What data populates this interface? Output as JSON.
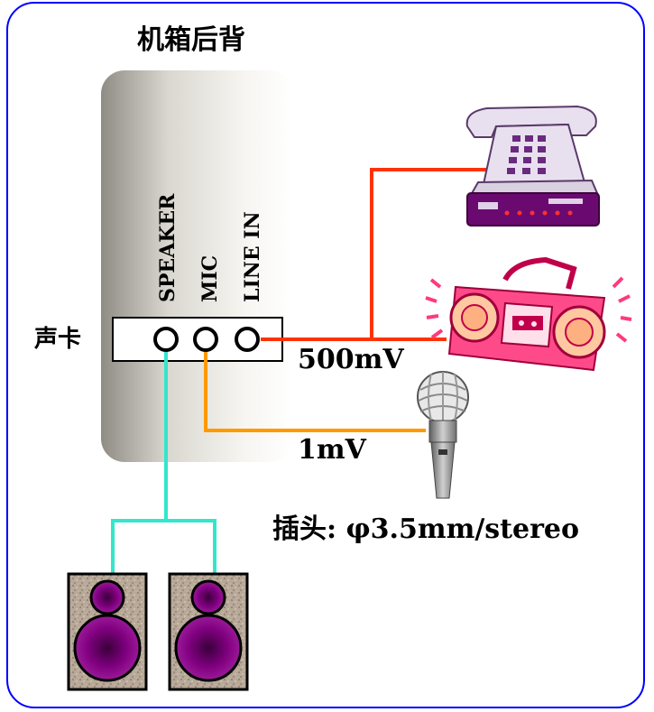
{
  "title": "机箱后背",
  "sound_card": {
    "label": "声卡",
    "ports": [
      "SPEAKER",
      "MIC",
      "LINE IN"
    ]
  },
  "signal_levels": {
    "line_in": "500mV",
    "mic": "1mV"
  },
  "plug_note": "插头: φ3.5mm/stereo",
  "colors": {
    "border": "#0000ff",
    "speaker_wire": "#33e6cc",
    "line_in_wire": "#ff3300",
    "mic_wire": "#ff9900",
    "speaker_cone": "#800080"
  },
  "icons": {
    "telephone": "telephone-modem-icon",
    "boombox": "boombox-radio-icon",
    "microphone": "microphone-icon",
    "speakers": "speaker-box-icon"
  }
}
